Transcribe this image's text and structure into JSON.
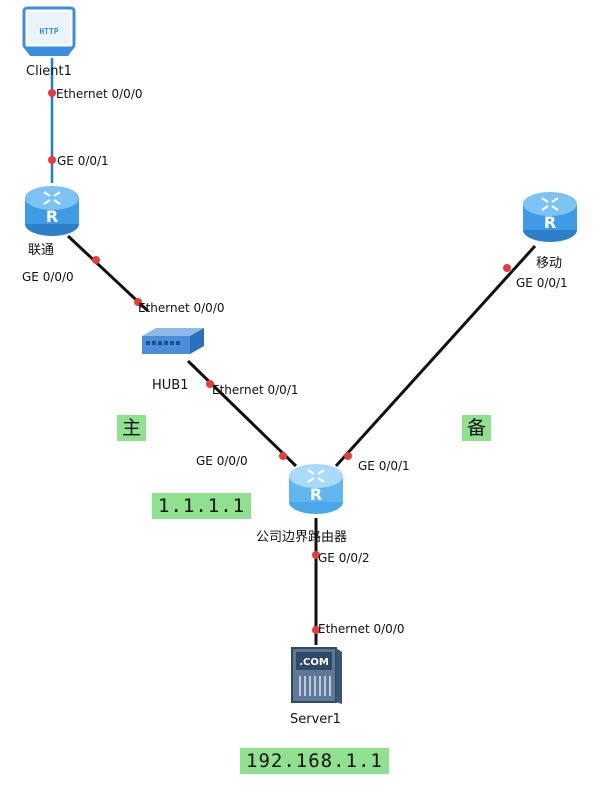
{
  "devices": {
    "client": {
      "name": "Client1",
      "icon": "http-client-icon",
      "screen_text": "HTTP"
    },
    "r_unicom": {
      "name": "联通",
      "icon": "router-icon"
    },
    "r_mobile": {
      "name": "移动",
      "icon": "router-icon"
    },
    "hub": {
      "name": "HUB1",
      "icon": "hub-icon"
    },
    "r_edge": {
      "name": "公司边界路由器",
      "icon": "router-icon"
    },
    "server": {
      "name": "Server1",
      "icon": "server-icon",
      "screen_text": ".COM"
    }
  },
  "ports": {
    "client_eth": "Ethernet 0/0/0",
    "unicom_ge001": "GE 0/0/1",
    "unicom_ge000": "GE 0/0/0",
    "hub_eth000": "Ethernet 0/0/0",
    "hub_eth001": "Ethernet 0/0/1",
    "mobile_ge001": "GE 0/0/1",
    "edge_ge000": "GE 0/0/0",
    "edge_ge001": "GE 0/0/1",
    "edge_ge002": "GE 0/0/2",
    "server_eth": "Ethernet 0/0/0"
  },
  "annotations": {
    "primary": "主",
    "backup": "备",
    "edge_ip": "1.1.1.1",
    "server_ip": "192.168.1.1"
  },
  "colors": {
    "router": "#3f9be3",
    "link_client": "#1e7fd8",
    "link": "#111111",
    "port_dot": "#e83b3b",
    "tag_bg": "#8fe08f"
  }
}
